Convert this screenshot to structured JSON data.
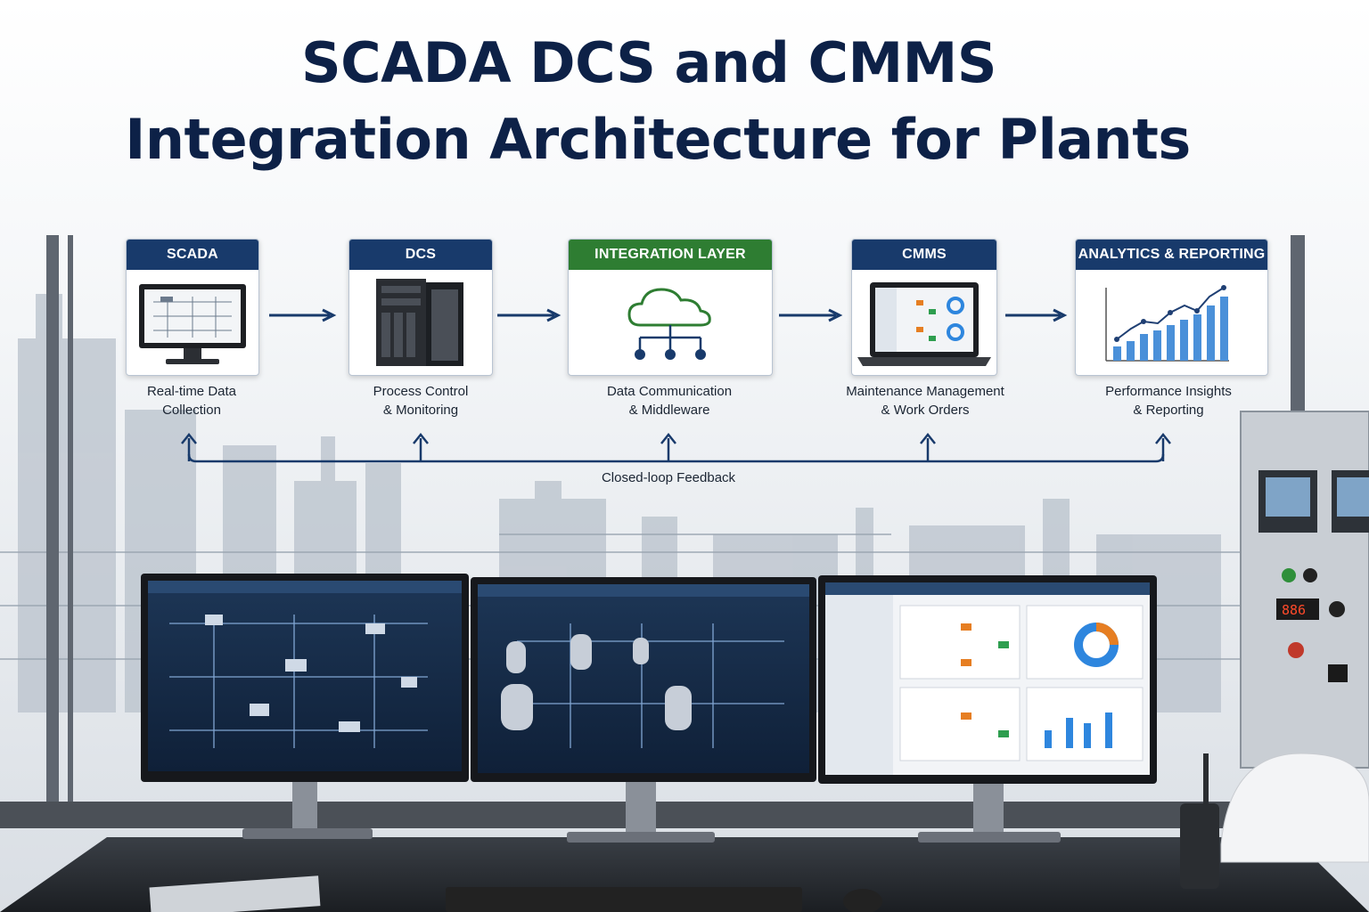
{
  "title": {
    "line1": "SCADA DCS and CMMS",
    "line2": "Integration Architecture for Plants"
  },
  "flow": [
    {
      "header": "SCADA",
      "caption_line1": "Real-time Data",
      "caption_line2": "Collection",
      "icon": "monitor-icon"
    },
    {
      "header": "DCS",
      "caption_line1": "Process Control",
      "caption_line2": "& Monitoring",
      "icon": "server-rack-icon"
    },
    {
      "header": "INTEGRATION LAYER",
      "caption_line1": "Data Communication",
      "caption_line2": "& Middleware",
      "icon": "cloud-network-icon"
    },
    {
      "header": "CMMS",
      "caption_line1": "Maintenance Management",
      "caption_line2": "& Work Orders",
      "icon": "laptop-dashboard-icon"
    },
    {
      "header": "ANALYTICS & REPORTING",
      "caption_line1": "Performance Insights",
      "caption_line2": "& Reporting",
      "icon": "bar-chart-icon"
    }
  ],
  "feedback_label": "Closed-loop Feedback",
  "colors": {
    "title": "#0d2147",
    "header_blue": "#183a6b",
    "header_green": "#2e7d32",
    "arrow": "#183a6b",
    "chart_bar": "#4a90d9"
  }
}
